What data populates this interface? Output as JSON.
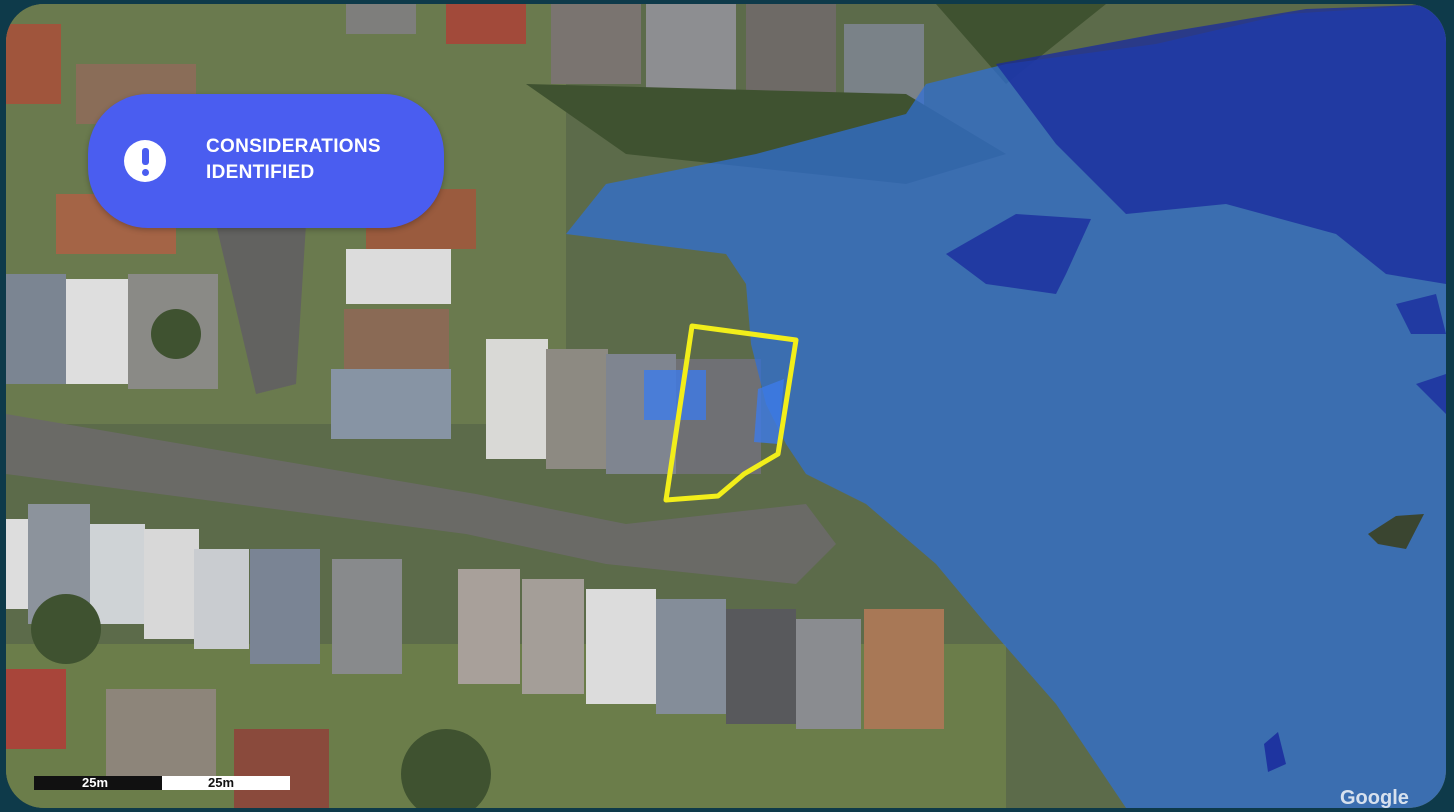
{
  "badge": {
    "icon": "exclamation-icon",
    "text": "CONSIDERATIONS IDENTIFIED"
  },
  "scale_bar": {
    "label_1": "25m",
    "label_2": "25m"
  },
  "attribution": "Google",
  "colors": {
    "badge_bg": "#4a5df0",
    "flood_overlay": "#2f6fd8",
    "flood_deep": "#1a2a9e",
    "property_outline": "#f2ee1a",
    "frame": "#0e3a4a"
  }
}
